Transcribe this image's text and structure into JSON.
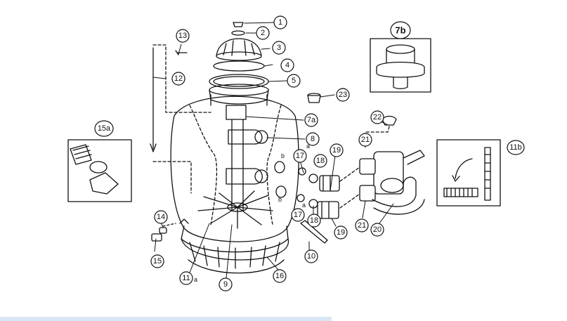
{
  "callouts": {
    "c1": "1",
    "c2": "2",
    "c3": "3",
    "c4": "4",
    "c5": "5",
    "c7a": "7a",
    "c8": "8",
    "c9": "9",
    "c10": "10",
    "c11": "11",
    "c12": "12",
    "c13": "13",
    "c14": "14",
    "c15": "15",
    "c16": "16",
    "c17a": "17",
    "c17b": "17",
    "c18a": "18",
    "c18b": "18",
    "c19a": "19",
    "c19b": "19",
    "c20": "20",
    "c21a": "21",
    "c21b": "21",
    "c22": "22",
    "c23": "23"
  },
  "sublabels": {
    "b_upper": "b",
    "a_upper": "a",
    "b_lower": "b",
    "a_lower": "a",
    "a_eleven": "a"
  },
  "insets": {
    "inset_7b": "7b",
    "inset_15a": "15a",
    "inset_11b": "11b"
  },
  "colors": {
    "line": "#111111",
    "accent_band": "#d9e6f5",
    "background": "#ffffff"
  }
}
